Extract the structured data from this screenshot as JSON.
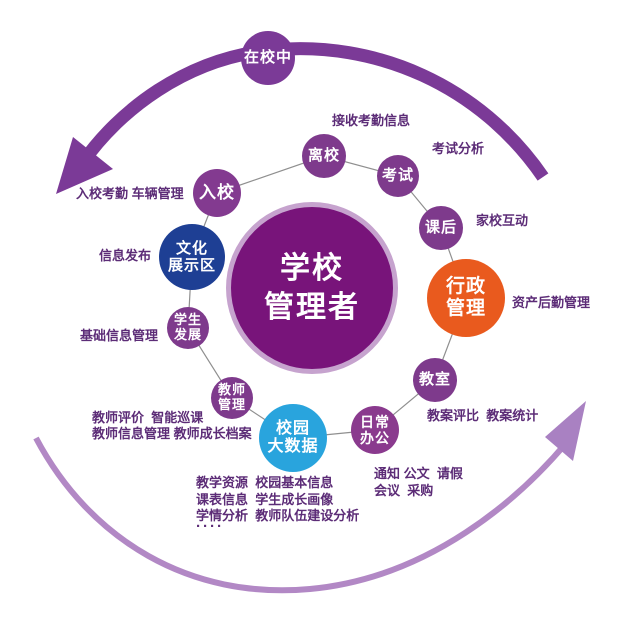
{
  "center": {
    "lines": [
      "学校",
      "管理者"
    ],
    "fill": "#78147a",
    "ring": "#c6a3ce"
  },
  "flow": {
    "top_node_label": "在校中",
    "arc_top_color": "#7b3a97",
    "arc_bottom_color": "#b288c5",
    "arrowhead_bottom_color": "#a981c2",
    "connector_color": "#8f8f8f"
  },
  "colors": {
    "node_purple": "#7e3a8c",
    "node_purple_deep": "#833a90",
    "node_navy": "#1e3f94",
    "node_orange": "#e95a1e",
    "node_blue": "#29a4dd",
    "label_text": "#5c2c77"
  },
  "nodes": [
    {
      "id": "ruxiao",
      "lines": [
        "入校"
      ],
      "color": "#833a90"
    },
    {
      "id": "lixiao",
      "lines": [
        "离校"
      ],
      "color": "#7e3a8c"
    },
    {
      "id": "kaoshi",
      "lines": [
        "考试"
      ],
      "color": "#7e3a8c"
    },
    {
      "id": "kehou",
      "lines": [
        "课后"
      ],
      "color": "#7e3a8c"
    },
    {
      "id": "xingzheng",
      "lines": [
        "行政",
        "管理"
      ],
      "color": "#e95a1e"
    },
    {
      "id": "jiaoshi-room",
      "lines": [
        "教室"
      ],
      "color": "#7e3a8c"
    },
    {
      "id": "richang",
      "lines": [
        "日常",
        "办公"
      ],
      "color": "#8a3a8e"
    },
    {
      "id": "xiaoyuan",
      "lines": [
        "校园",
        "大数据"
      ],
      "color": "#29a4dd"
    },
    {
      "id": "jiaoshi-mgmt",
      "lines": [
        "教师",
        "管理"
      ],
      "color": "#7e3a8c"
    },
    {
      "id": "xuesheng",
      "lines": [
        "学生",
        "发展"
      ],
      "color": "#7e3a8c"
    },
    {
      "id": "wenhua",
      "lines": [
        "文化",
        "展示区"
      ],
      "color": "#1e3f94"
    }
  ],
  "annotations": {
    "ruxiao": "入校考勤 车辆管理",
    "xinxifabu": "信息发布",
    "jichu": "基础信息管理",
    "jiaoshipingjia": "教师评价  智能巡课",
    "jiaoshixinxi": "教师信息管理 教师成长档案",
    "jieshou": "接收考勤信息",
    "kaoshifenxi": "考试分析",
    "jiaxiao": "家校互动",
    "zichan": "资产后勤管理",
    "jiaoan": "教案评比  教案统计",
    "tongzhi": "通知 公文  请假",
    "huiyi": "会议  采购",
    "bigdata1": "教学资源  校园基本信息",
    "bigdata2": "课表信息  学生成长画像",
    "bigdata3": "学情分析  教师队伍建设分析",
    "bigdata4": "····"
  }
}
